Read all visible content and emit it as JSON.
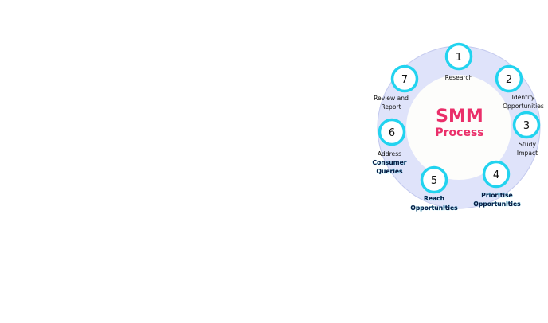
{
  "diagram": {
    "center": {
      "line1": "SMM",
      "line2": "Process"
    },
    "steps": [
      {
        "number": "1",
        "label_lines": [
          "Research"
        ]
      },
      {
        "number": "2",
        "label_lines": [
          "Identify",
          "Opportunities"
        ]
      },
      {
        "number": "3",
        "label_lines": [
          "Study",
          "Impact"
        ]
      },
      {
        "number": "4",
        "label_lines": [
          "Prioritise",
          "Opportunities"
        ]
      },
      {
        "number": "5",
        "label_lines": [
          "Reach",
          "Opportunities"
        ]
      },
      {
        "number": "6",
        "label_lines": [
          "Address",
          "Consumer",
          "Queries"
        ]
      },
      {
        "number": "7",
        "label_lines": [
          "Review and",
          "Report"
        ]
      }
    ],
    "colors": {
      "ring_fill": "#dfe3fa",
      "ring_stroke": "#c3c9ee",
      "inner_fill": "#fdfdfb",
      "node_stroke": "#22d3ef",
      "node_fill": "#ffffff",
      "title": "#ea2f6a"
    }
  }
}
